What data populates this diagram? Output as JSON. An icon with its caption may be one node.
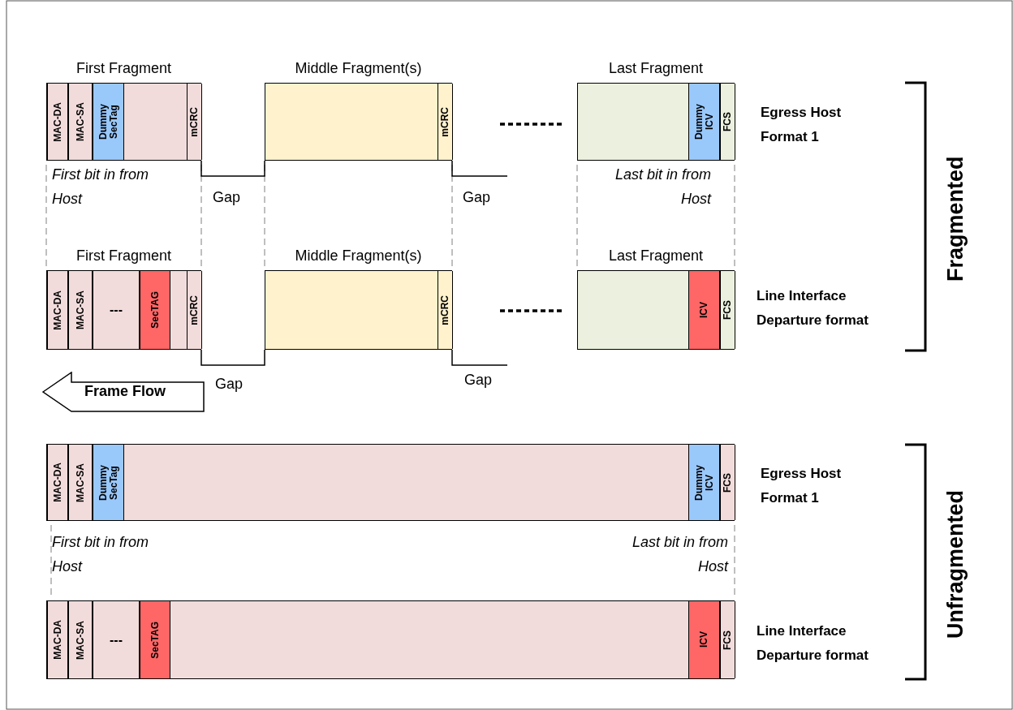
{
  "diagram": {
    "nodes": [
      {
        "text": [
          "First Fragment"
        ]
      },
      {
        "text": [
          "MAC-DA"
        ],
        "in": 0
      },
      {
        "text": [
          "MAC-SA"
        ],
        "in": 0
      },
      {
        "text": [
          "Dummy SecTag"
        ],
        "in": 0
      },
      {
        "text": [
          "mCRC"
        ],
        "in": 0
      },
      {
        "text": [
          "Middle Fragment(s)"
        ]
      },
      {
        "text": [
          "mCRC"
        ],
        "in": 5
      },
      {
        "text": [
          "Last Fragment"
        ]
      },
      {
        "text": [
          "Dummy ICV"
        ],
        "in": 7
      },
      {
        "text": [
          "FCS"
        ],
        "in": 7
      },
      {
        "text": [
          "First Fragment"
        ]
      },
      {
        "text": [
          "MAC-DA"
        ],
        "in": 10
      },
      {
        "text": [
          "MAC-SA"
        ],
        "in": 10
      },
      {
        "text": [
          "---"
        ],
        "in": 10
      },
      {
        "text": [
          "SecTAG"
        ],
        "in": 10
      },
      {
        "text": [
          "mCRC"
        ],
        "in": 10
      },
      {
        "text": [
          "Middle Fragment(s)"
        ]
      },
      {
        "text": [
          "mCRC"
        ],
        "in": 16
      },
      {
        "text": [
          "Last Fragment"
        ]
      },
      {
        "text": [
          "ICV"
        ],
        "in": 18
      },
      {
        "text": [
          "FCS"
        ],
        "in": 18
      },
      {
        "text": [],
        "shape": "box"
      },
      {
        "text": [
          "MAC-DA"
        ],
        "in": 21
      },
      {
        "text": [
          "MAC-SA"
        ],
        "in": 21
      },
      {
        "text": [
          "Dummy SecTag"
        ],
        "in": 21
      },
      {
        "text": [
          "Dummy ICV"
        ],
        "in": 21
      },
      {
        "text": [
          "FCS"
        ],
        "in": 21
      },
      {
        "text": [],
        "shape": "box"
      },
      {
        "text": [
          "MAC-DA"
        ],
        "in": 27
      },
      {
        "text": [
          "MAC-SA"
        ],
        "in": 27
      },
      {
        "text": [
          "---"
        ],
        "in": 27
      },
      {
        "text": [
          "SecTAG"
        ],
        "in": 27
      },
      {
        "text": [
          "ICV"
        ],
        "in": 27
      },
      {
        "text": [
          "FCS"
        ],
        "in": 27
      },
      {
        "text": [
          "Frame Flow"
        ]
      }
    ],
    "edges": [],
    "labels": [
      "Egress Host Format 1",
      "First bit in from Host",
      "Gap",
      "Gap",
      "Last bit in from Host",
      "Fragmented",
      "Line Interface Departure format",
      "Gap",
      "Gap",
      "Egress Host Format 1",
      "First bit in from Host",
      "Last bit in from Host",
      "Unfragmented",
      "Line Interface Departure format"
    ]
  }
}
